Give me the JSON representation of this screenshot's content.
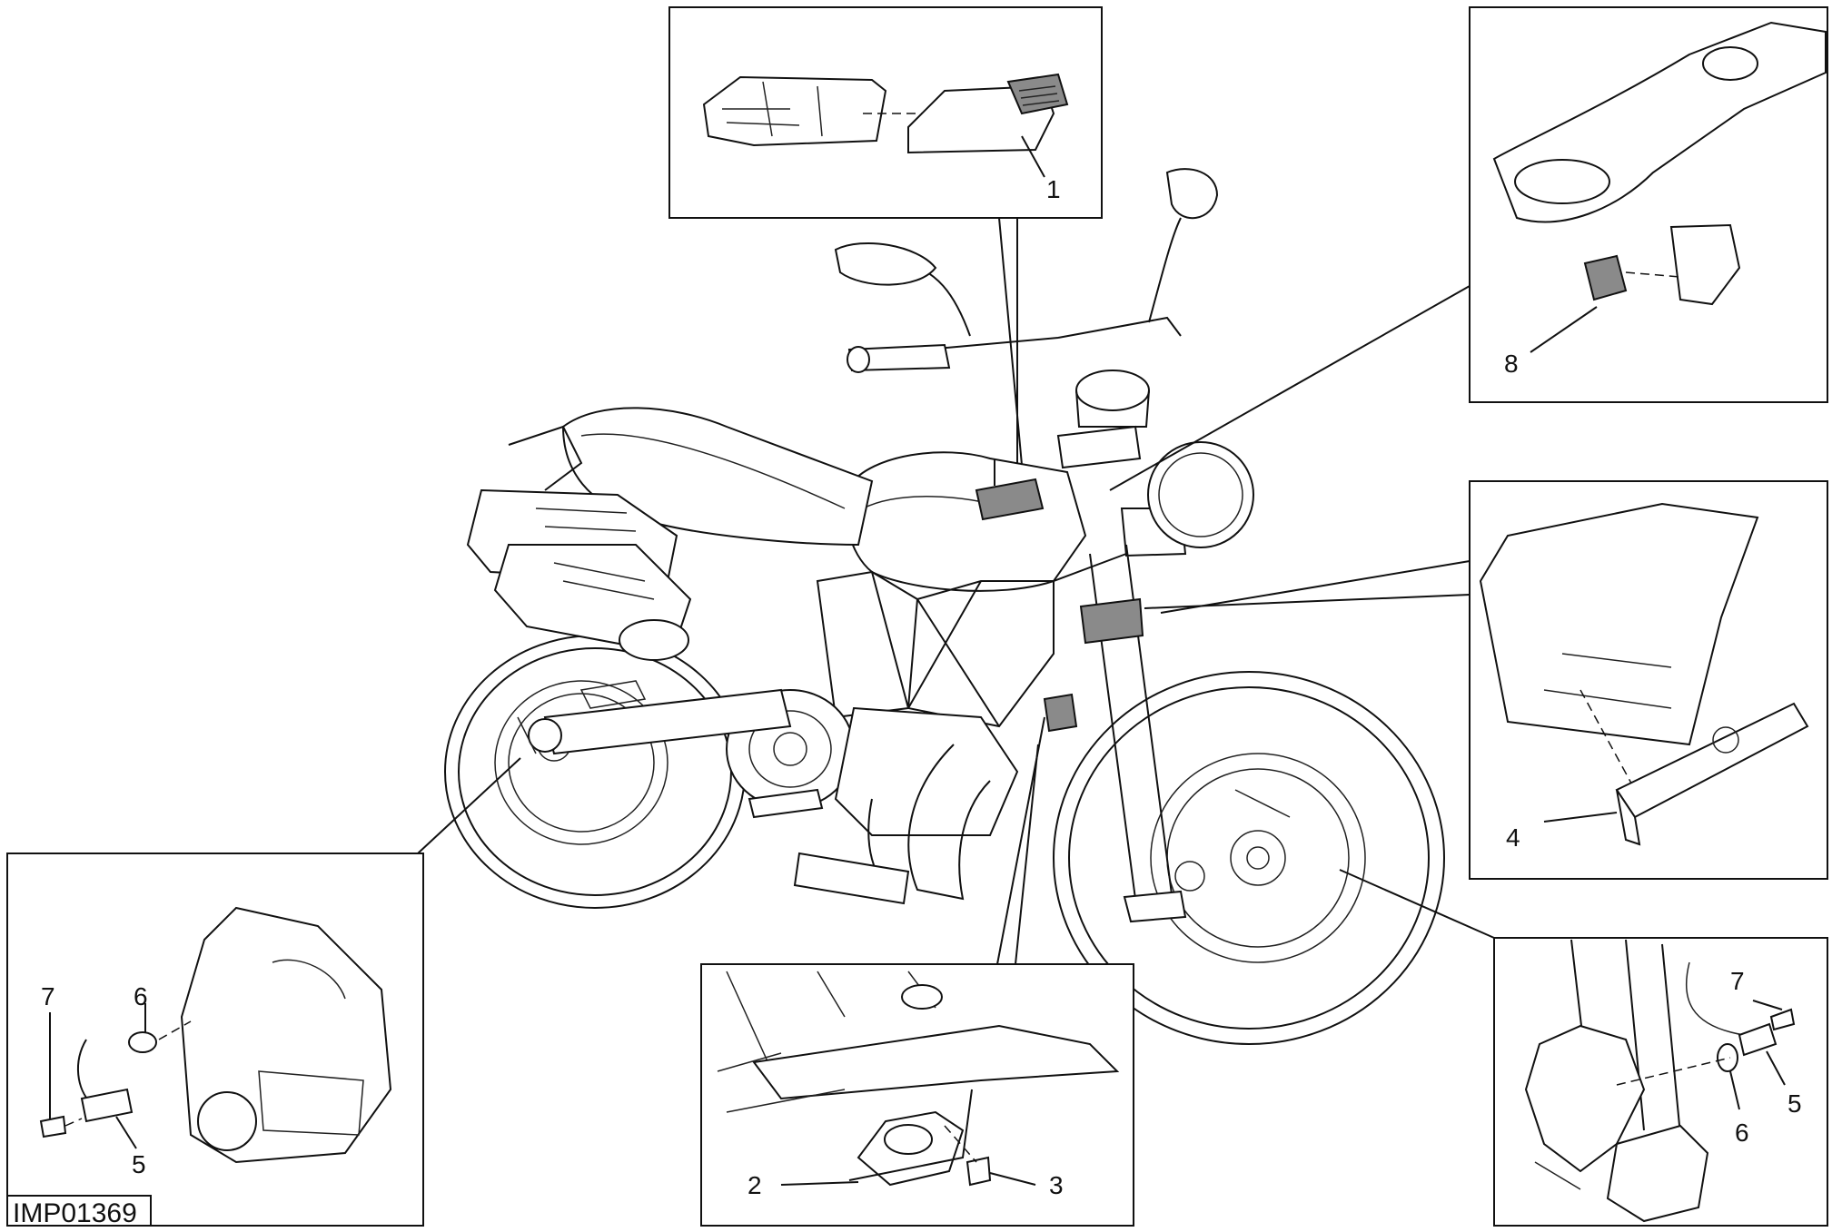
{
  "diagram": {
    "code": "IMP01369",
    "callouts": {
      "ecu": "1",
      "horn": "2",
      "horn_screw": "3",
      "battery_unit": "4",
      "rear_sensor": "5",
      "rear_washer": "6",
      "rear_screw": "7",
      "front_sensor": "5",
      "front_washer": "6",
      "front_screw": "7",
      "key_sensor": "8"
    }
  }
}
